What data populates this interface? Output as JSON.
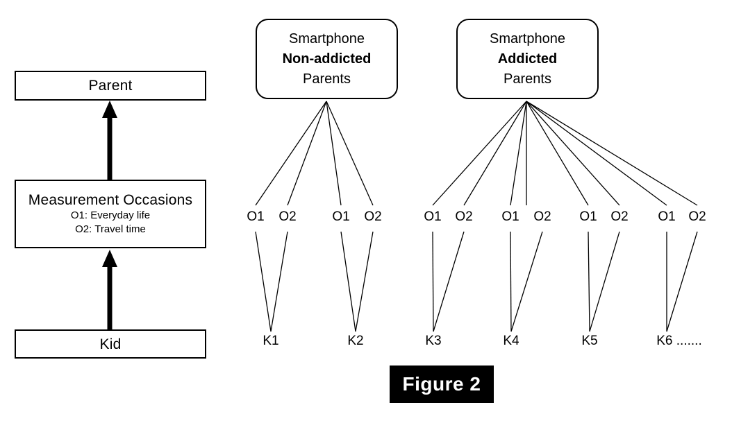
{
  "figure": {
    "caption": "Figure 2",
    "background": "#ffffff",
    "line_color": "#000000"
  },
  "legend": {
    "parent": {
      "label": "Parent"
    },
    "measurement": {
      "title": "Measurement Occasions",
      "sub1": "O1: Everyday life",
      "sub2": "O2: Travel time"
    },
    "kid": {
      "label": "Kid"
    }
  },
  "groups": [
    {
      "id": "nonaddicted",
      "line1": "Smartphone",
      "line2": "Non-addicted",
      "line3": "Parents",
      "kid_count": 2,
      "occasion_count": 4
    },
    {
      "id": "addicted",
      "line1": "Smartphone",
      "line2": "Addicted",
      "line3": "Parents",
      "kid_count": 4,
      "occasion_count": 8
    }
  ],
  "occasions": [
    {
      "label": "O1"
    },
    {
      "label": "O2"
    },
    {
      "label": "O1"
    },
    {
      "label": "O2"
    },
    {
      "label": "O1"
    },
    {
      "label": "O2"
    },
    {
      "label": "O1"
    },
    {
      "label": "O2"
    },
    {
      "label": "O1"
    },
    {
      "label": "O2"
    },
    {
      "label": "O1"
    },
    {
      "label": "O2"
    }
  ],
  "kids": [
    {
      "label": "K1"
    },
    {
      "label": "K2"
    },
    {
      "label": "K3"
    },
    {
      "label": "K4"
    },
    {
      "label": "K5"
    },
    {
      "label": "K6 ......."
    }
  ]
}
